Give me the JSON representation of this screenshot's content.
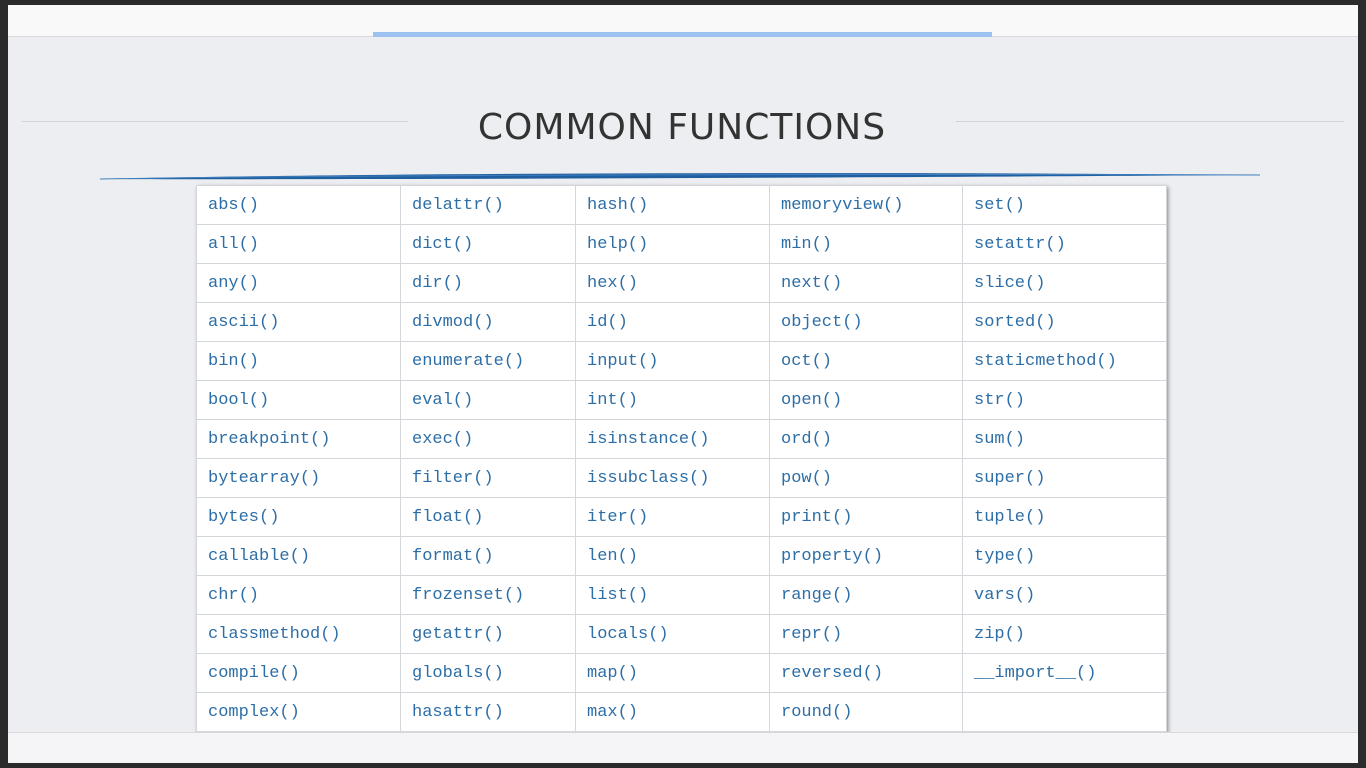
{
  "slide": {
    "title": "COMMON FUNCTIONS",
    "accent_color": "#9cc3ef",
    "swoosh_color": "#1f5f9f",
    "text_color": "#2d6ea6"
  },
  "table": {
    "rows": [
      [
        "abs()",
        "delattr()",
        "hash()",
        "memoryview()",
        "set()"
      ],
      [
        "all()",
        "dict()",
        "help()",
        "min()",
        "setattr()"
      ],
      [
        "any()",
        "dir()",
        "hex()",
        "next()",
        "slice()"
      ],
      [
        "ascii()",
        "divmod()",
        "id()",
        "object()",
        "sorted()"
      ],
      [
        "bin()",
        "enumerate()",
        "input()",
        "oct()",
        "staticmethod()"
      ],
      [
        "bool()",
        "eval()",
        "int()",
        "open()",
        "str()"
      ],
      [
        "breakpoint()",
        "exec()",
        "isinstance()",
        "ord()",
        "sum()"
      ],
      [
        "bytearray()",
        "filter()",
        "issubclass()",
        "pow()",
        "super()"
      ],
      [
        "bytes()",
        "float()",
        "iter()",
        "print()",
        "tuple()"
      ],
      [
        "callable()",
        "format()",
        "len()",
        "property()",
        "type()"
      ],
      [
        "chr()",
        "frozenset()",
        "list()",
        "range()",
        "vars()"
      ],
      [
        "classmethod()",
        "getattr()",
        "locals()",
        "repr()",
        "zip()"
      ],
      [
        "compile()",
        "globals()",
        "map()",
        "reversed()",
        "__import__()"
      ],
      [
        "complex()",
        "hasattr()",
        "max()",
        "round()",
        ""
      ]
    ]
  }
}
